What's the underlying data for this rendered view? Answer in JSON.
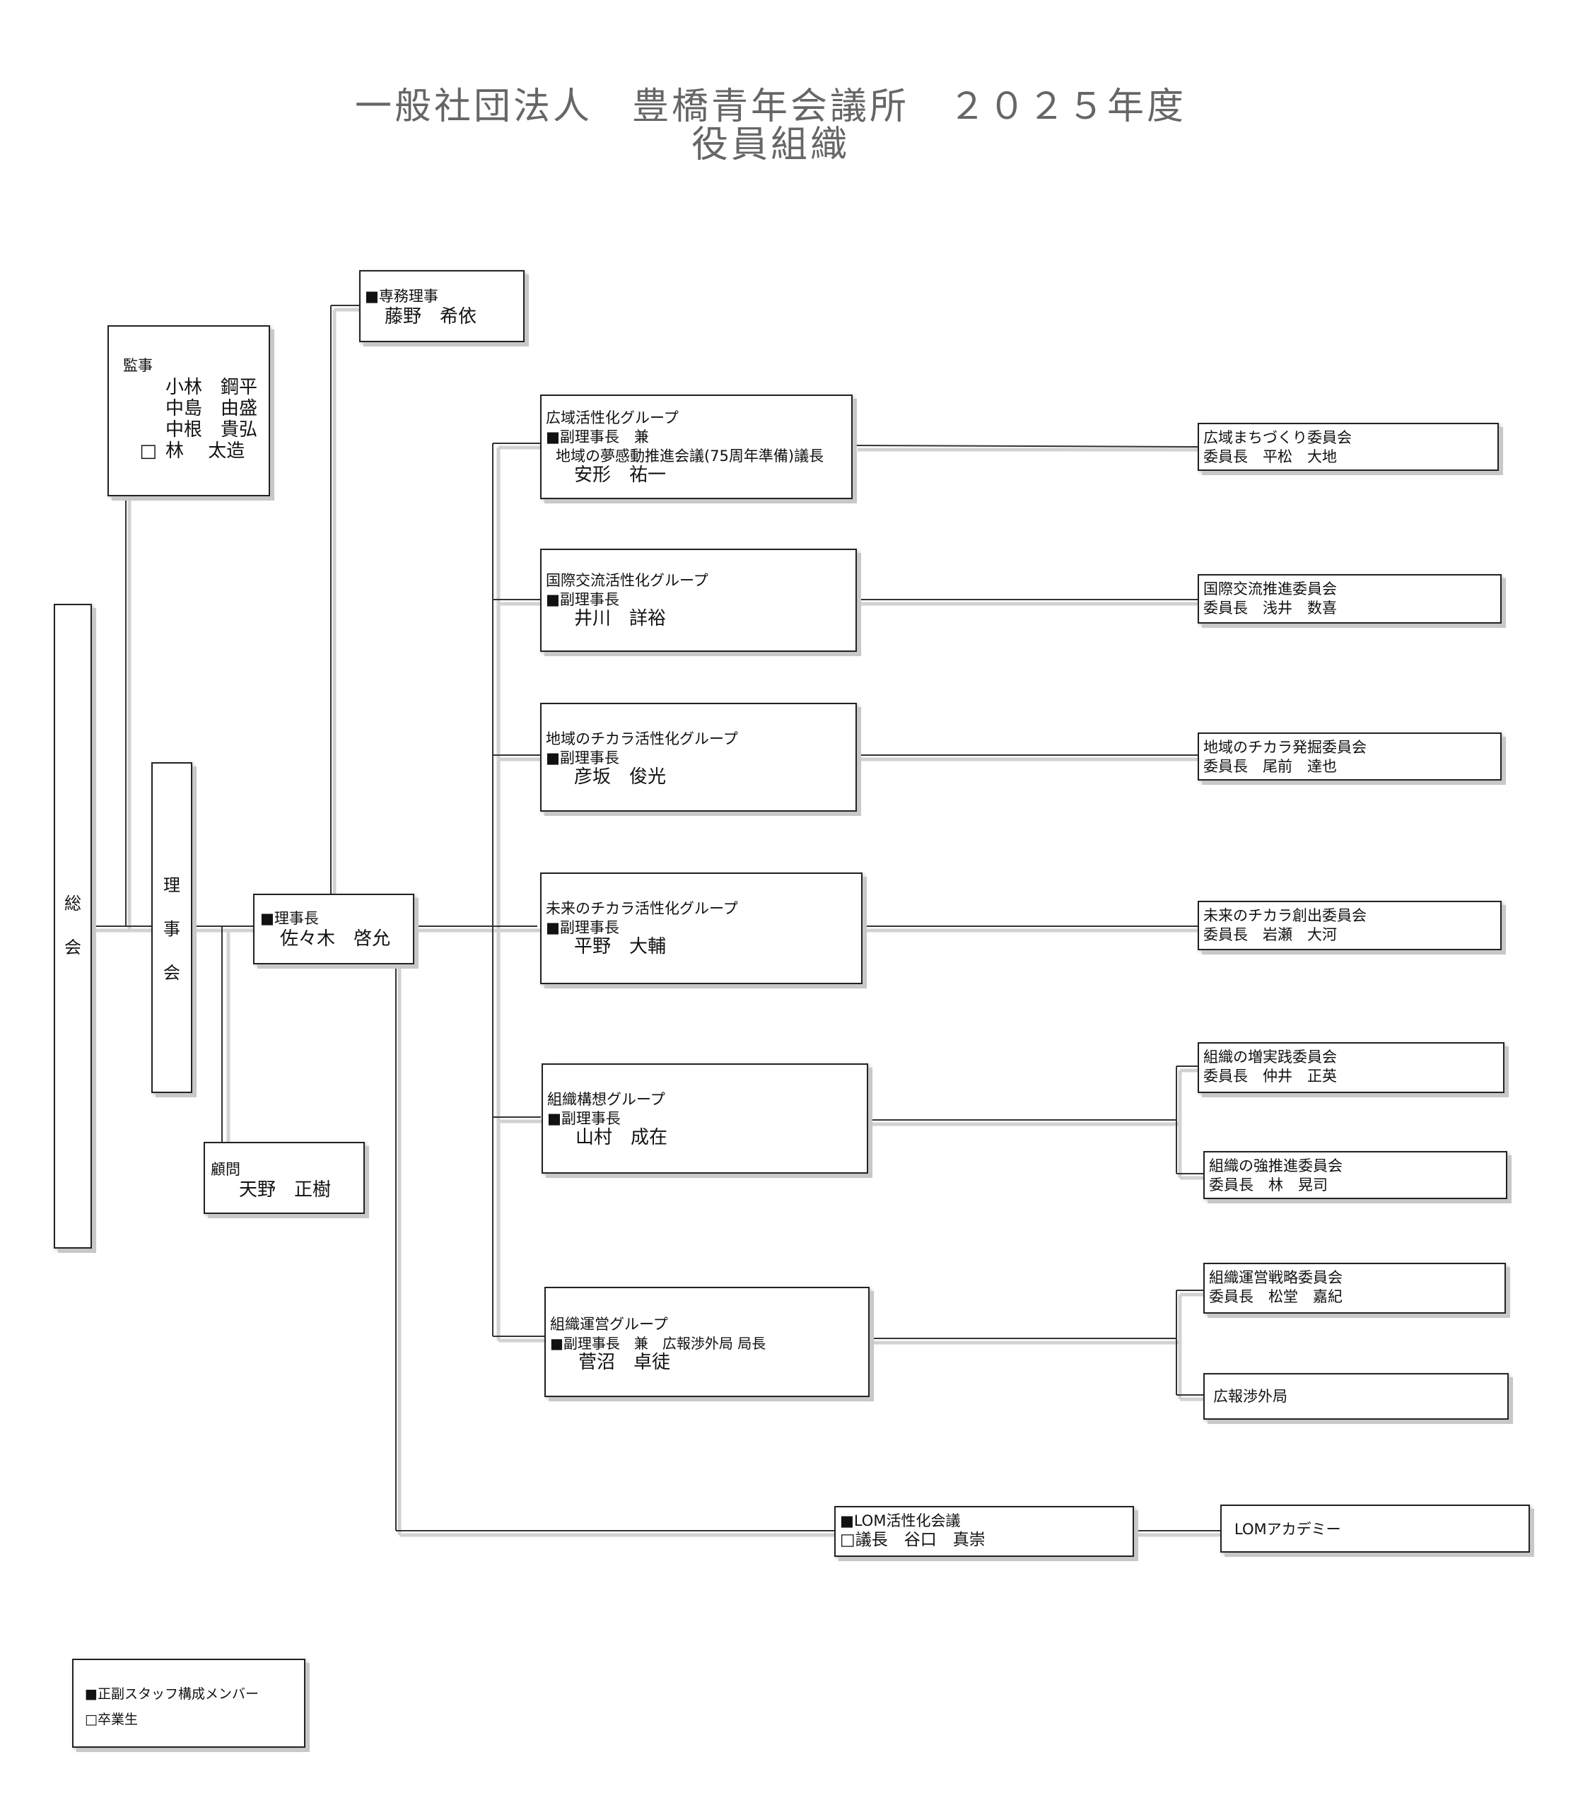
{
  "title": {
    "line1": "一般社団法人　豊橋青年会議所　２０２５年度",
    "line2": "役員組織"
  },
  "sokai": {
    "char1": "総",
    "char2": "会"
  },
  "rijikai": {
    "char1": "理",
    "char2": "事",
    "char3": "会"
  },
  "kanji": {
    "label": "監事",
    "members": [
      {
        "marker": "",
        "name": "小林　鋼平"
      },
      {
        "marker": "",
        "name": "中島　由盛"
      },
      {
        "marker": "",
        "name": "中根　貴弘"
      },
      {
        "marker": "□",
        "name": "林　 太造"
      }
    ]
  },
  "senmu": {
    "label": "■専務理事",
    "name": "藤野　希依"
  },
  "rijicho": {
    "label": "■理事長",
    "name": "佐々木　啓允"
  },
  "komon": {
    "label": "顧問",
    "name": "天野　正樹"
  },
  "groups": [
    {
      "name": "広域活性化グループ",
      "role": "■副理事長　兼",
      "extra": "地域の夢感動推進会議(75周年準備)議長",
      "person": "安形　祐一"
    },
    {
      "name": "国際交流活性化グループ",
      "role": "■副理事長",
      "person": "井川　詳裕"
    },
    {
      "name": "地域のチカラ活性化グループ",
      "role": "■副理事長",
      "person": "彦坂　俊光"
    },
    {
      "name": "未来のチカラ活性化グループ",
      "role": "■副理事長",
      "person": "平野　大輔"
    },
    {
      "name": "組織構想グループ",
      "role": "■副理事長",
      "person": "山村　成在"
    },
    {
      "name": "組織運営グループ",
      "role": "■副理事長　兼　広報渉外局 局長",
      "person": "菅沼　卓徒"
    }
  ],
  "committees": [
    {
      "name": "広域まちづくり委員会",
      "chair": "委員長　平松　大地"
    },
    {
      "name": "国際交流推進委員会",
      "chair": "委員長　浅井　数喜"
    },
    {
      "name": "地域のチカラ発掘委員会",
      "chair": "委員長　尾前　達也"
    },
    {
      "name": "未来のチカラ創出委員会",
      "chair": "委員長　岩瀬　大河"
    },
    {
      "name": "組織の増実践委員会",
      "chair": "委員長　仲井　正英"
    },
    {
      "name": "組織の強推進委員会",
      "chair": "委員長　林　晃司"
    },
    {
      "name": "組織運営戦略委員会",
      "chair": "委員長　松堂　嘉紀"
    },
    {
      "name": "広報渉外局",
      "chair": ""
    }
  ],
  "lom": {
    "label": "■LOM活性化会議",
    "chair": "□議長　谷口　真崇",
    "academy": "LOMアカデミー"
  },
  "legend": {
    "item1": "■正副スタッフ構成メンバー",
    "item2": "□卒業生"
  }
}
